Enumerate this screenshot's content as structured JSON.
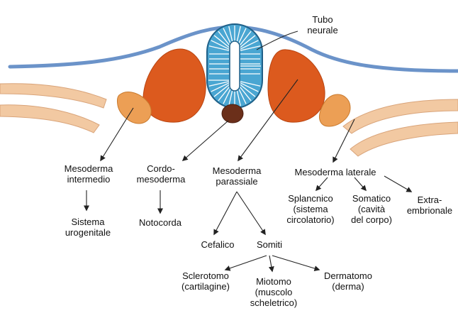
{
  "labels": {
    "tubo_neurale": "Tubo\nneurale",
    "mesoderma_intermedio": "Mesoderma\nintermedio",
    "cordomesoderma": "Cordo-\nmesoderma",
    "mesoderma_parassiale": "Mesoderma\nparassiale",
    "mesoderma_laterale": "Mesoderma laterale",
    "sistema_urogenitale": "Sistema\nurogenitale",
    "notocorda": "Notocorda",
    "splancnico": "Splancnico\n(sistema\ncircolatorio)",
    "somatico": "Somatico\n(cavità\ndel corpo)",
    "extraembrionale": "Extra-\nembrionale",
    "cefalico": "Cefalico",
    "somiti": "Somiti",
    "sclerotomo": "Sclerotomo\n(cartilagine)",
    "miotomo": "Miotomo\n(muscolo\nscheletrico)",
    "dermatomo": "Dermatomo\n(derma)"
  },
  "colors": {
    "ectoderm_line": "#6b93c9",
    "neural_tube_fill": "#4aa6d2",
    "neural_tube_stroke": "#1f5f87",
    "paraxial_mesoderm": "#dc5a1e",
    "intermediate_mesoderm": "#ec9f55",
    "lateral_plate": "#f2c9a2",
    "notochord": "#6b2f1a",
    "arrow": "#222222",
    "text": "#111111"
  }
}
